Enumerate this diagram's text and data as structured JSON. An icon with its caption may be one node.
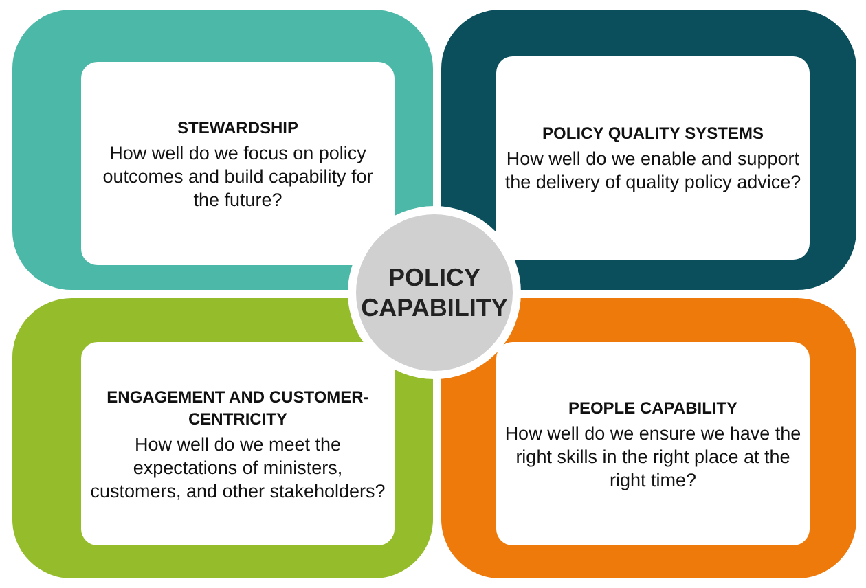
{
  "diagram": {
    "nodes": [
      {
        "text": [],
        "shape": "box"
      },
      {
        "text": [
          "STEWARDSHIP",
          "How well do we focus on policy outcomes and build capability for the future?"
        ],
        "in": 0
      },
      {
        "text": [],
        "shape": "box"
      },
      {
        "text": [
          "POLICY QUALITY SYSTEMS",
          "How well do we enable and support the delivery of quality policy advice?"
        ],
        "in": 2
      },
      {
        "text": [
          "POLICY CAPABILITY"
        ]
      },
      {
        "text": [],
        "shape": "box"
      },
      {
        "text": [
          "ENGAGEMENT AND CUSTOMER-CENTRICITY",
          "How well do we meet the expectations of ministers, customers, and other stakeholders?"
        ],
        "in": 5
      },
      {
        "text": [],
        "shape": "box"
      },
      {
        "text": [
          "PEOPLE CAPABILITY",
          "How well do we ensure we have the right skills in the right place at the right time?"
        ],
        "in": 7
      }
    ]
  }
}
